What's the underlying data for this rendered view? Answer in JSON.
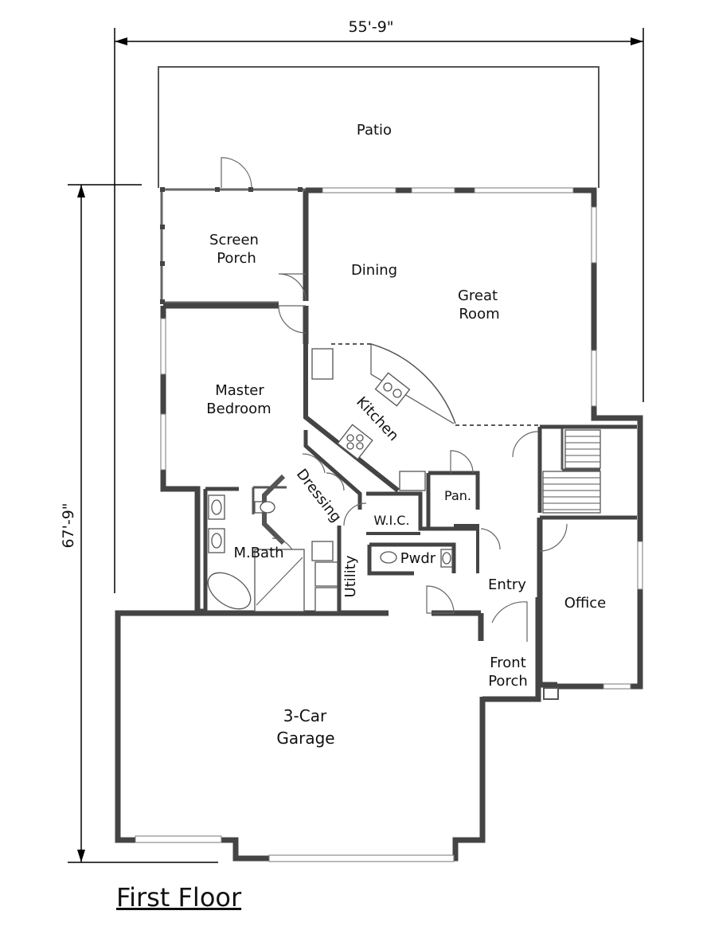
{
  "title": "First Floor",
  "dimensions": {
    "width": "55'-9\"",
    "depth": "67'-9\""
  },
  "rooms": {
    "patio": "Patio",
    "screen_porch": [
      "Screen",
      "Porch"
    ],
    "dining": "Dining",
    "great_room": [
      "Great",
      "Room"
    ],
    "master_bedroom": [
      "Master",
      "Bedroom"
    ],
    "kitchen": "Kitchen",
    "dressing": "Dressing",
    "pantry": "Pan.",
    "wic": "W.I.C.",
    "master_bath": "M.Bath",
    "utility": "Utility",
    "powder": "Pwdr",
    "entry": "Entry",
    "office": "Office",
    "front_porch": [
      "Front",
      "Porch"
    ],
    "garage": [
      "3-Car",
      "Garage"
    ]
  }
}
